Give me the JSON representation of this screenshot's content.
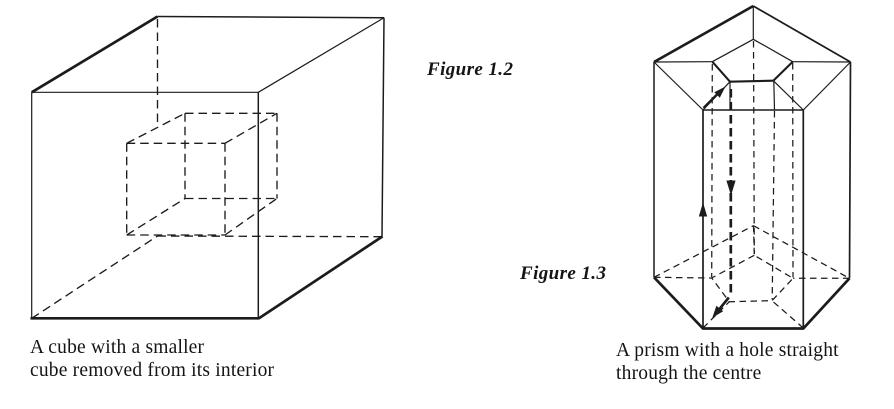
{
  "canvas": {
    "background_color": "#ffffff",
    "ink_color": "#1c1c1c"
  },
  "figure12": {
    "label": "Figure 1.2",
    "caption_line1": "A cube with a smaller",
    "caption_line2": "cube removed  from its interior"
  },
  "figure13": {
    "label": "Figure 1.3",
    "caption_line1": "A prism with a hole straight",
    "caption_line2": "through the centre"
  }
}
